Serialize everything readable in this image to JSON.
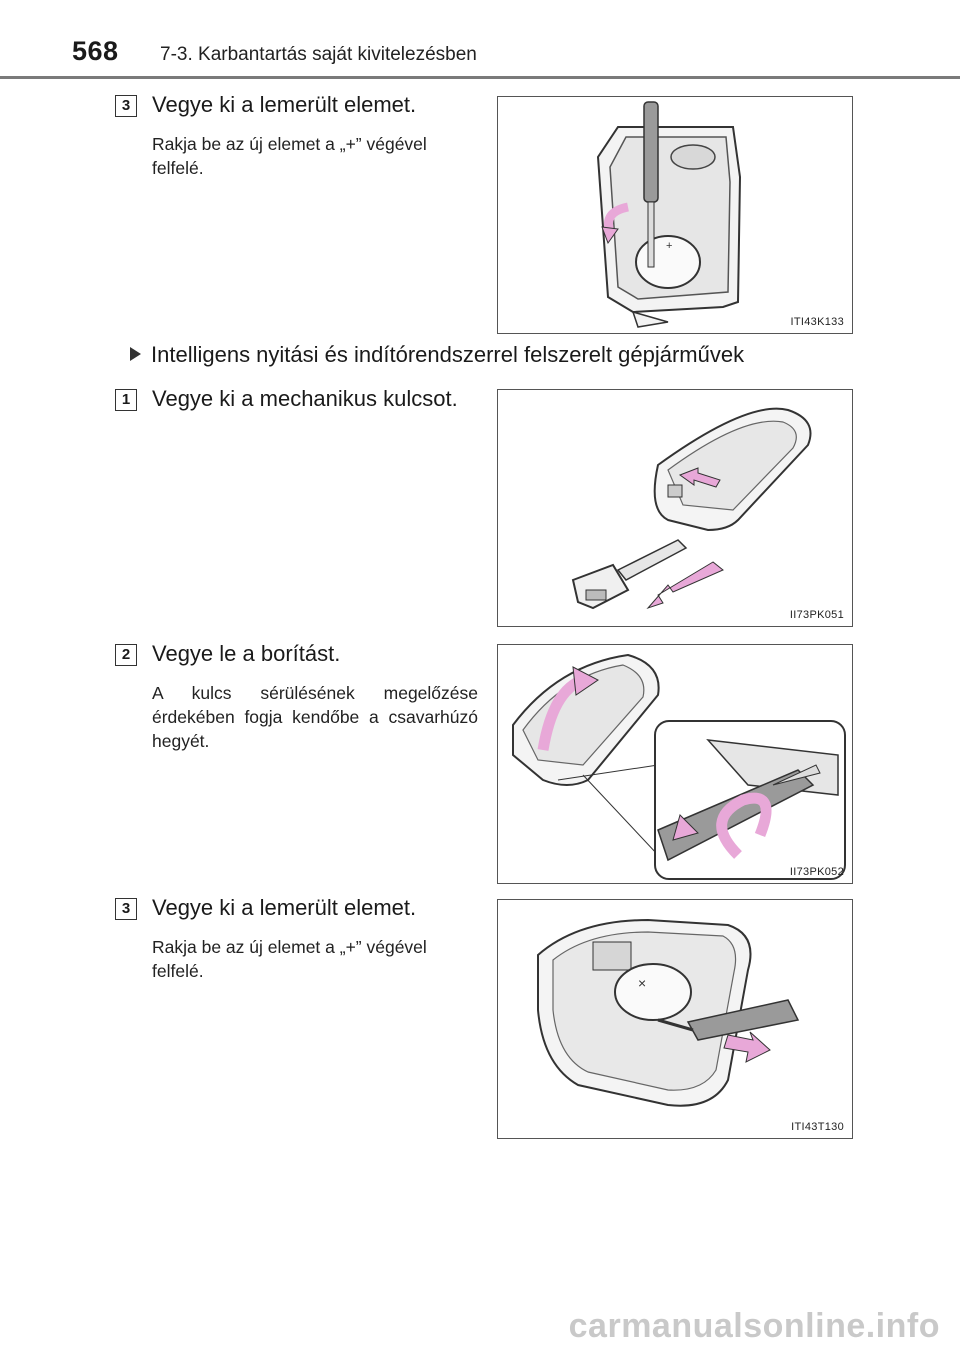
{
  "header": {
    "page_number": "568",
    "section_title": "7-3. Karbantartás saját kivitelezésben"
  },
  "steps_top": [
    {
      "num": "3",
      "title": "Vegye ki a lemerült elemet.",
      "body": "Rakja be az új elemet a „+” végével felfelé.",
      "figure_code": "ITI43K133"
    }
  ],
  "subsection": {
    "title": "Intelligens nyitási és indítórendszerrel felszerelt gépjárművek"
  },
  "steps_smart": [
    {
      "num": "1",
      "title": "Vegye ki a mechanikus kulcsot.",
      "body": "",
      "figure_code": "II73PK051"
    },
    {
      "num": "2",
      "title": "Vegye le a borítást.",
      "body": "A kulcs sérülésének megelőzése érdekében fogja kendőbe a csavarhúzó hegyét.",
      "figure_code": "II73PK052"
    },
    {
      "num": "3",
      "title": "Vegye ki a lemerült elemet.",
      "body": "Rakja be az új elemet a „+” végével felfelé.",
      "figure_code": "ITI43T130"
    }
  ],
  "colors": {
    "arrow_pink": "#e8a8d8",
    "line": "#333333"
  },
  "watermark": "carmanualsonline.info"
}
